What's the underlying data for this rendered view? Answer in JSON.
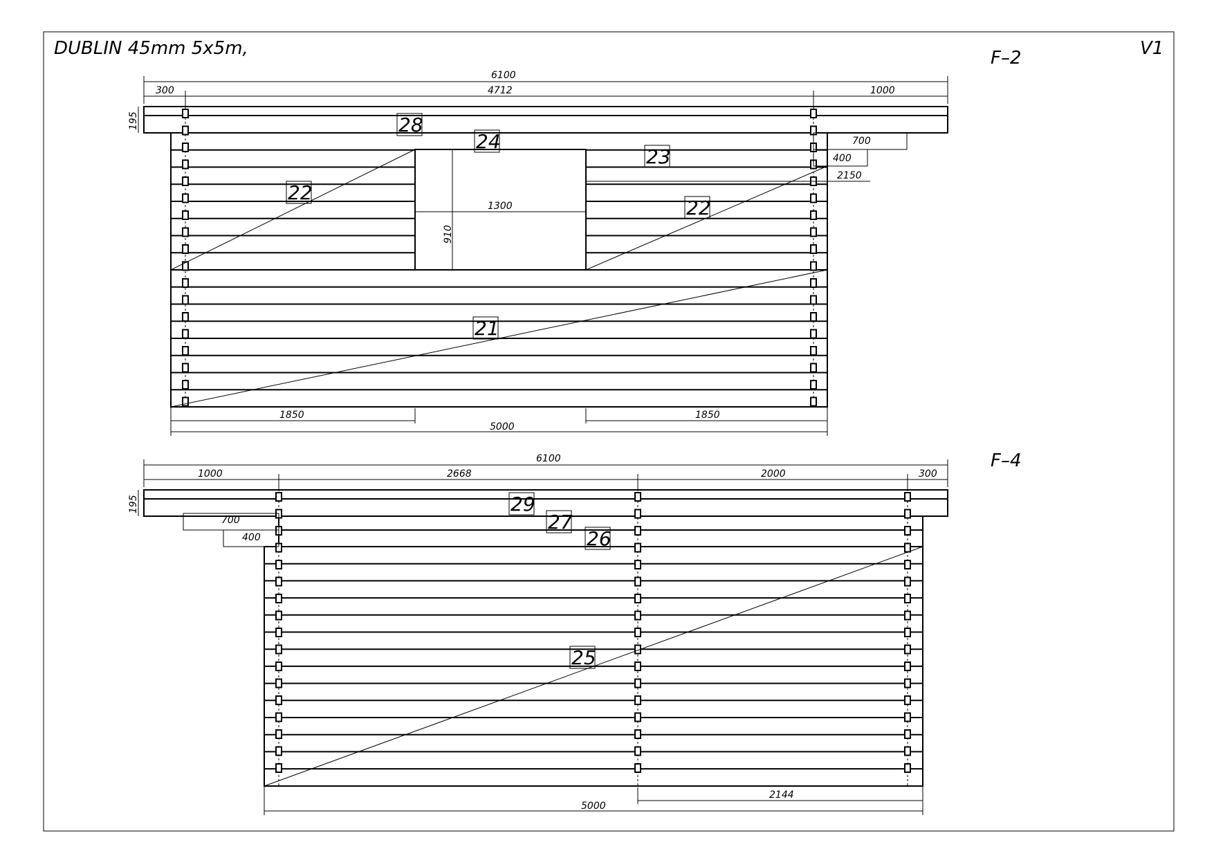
{
  "title": "DUBLIN  45mm  5x5m,",
  "version": "V1",
  "views": {
    "f2": {
      "name": "F–2",
      "dims": {
        "total": "6100",
        "left_overhang": "300",
        "mid": "4712",
        "right_overhang": "1000",
        "height": "195",
        "step700": "700",
        "step400": "400",
        "step2150": "2150",
        "opening_w": "1300",
        "opening_h": "910",
        "bottom_left": "1850",
        "bottom_right": "1850",
        "bottom_total": "5000"
      },
      "parts": {
        "p28": "28",
        "p24": "24",
        "p23": "23",
        "p22a": "22",
        "p22b": "22",
        "p21": "21"
      }
    },
    "f4": {
      "name": "F–4",
      "dims": {
        "total": "6100",
        "left_overhang": "1000",
        "mid1": "2668",
        "mid2": "2000",
        "right_overhang": "300",
        "height": "195",
        "step700": "700",
        "step400": "400",
        "bottom_right": "2144",
        "bottom_total": "5000"
      },
      "parts": {
        "p29": "29",
        "p27": "27",
        "p26": "26",
        "p25": "25"
      }
    }
  }
}
